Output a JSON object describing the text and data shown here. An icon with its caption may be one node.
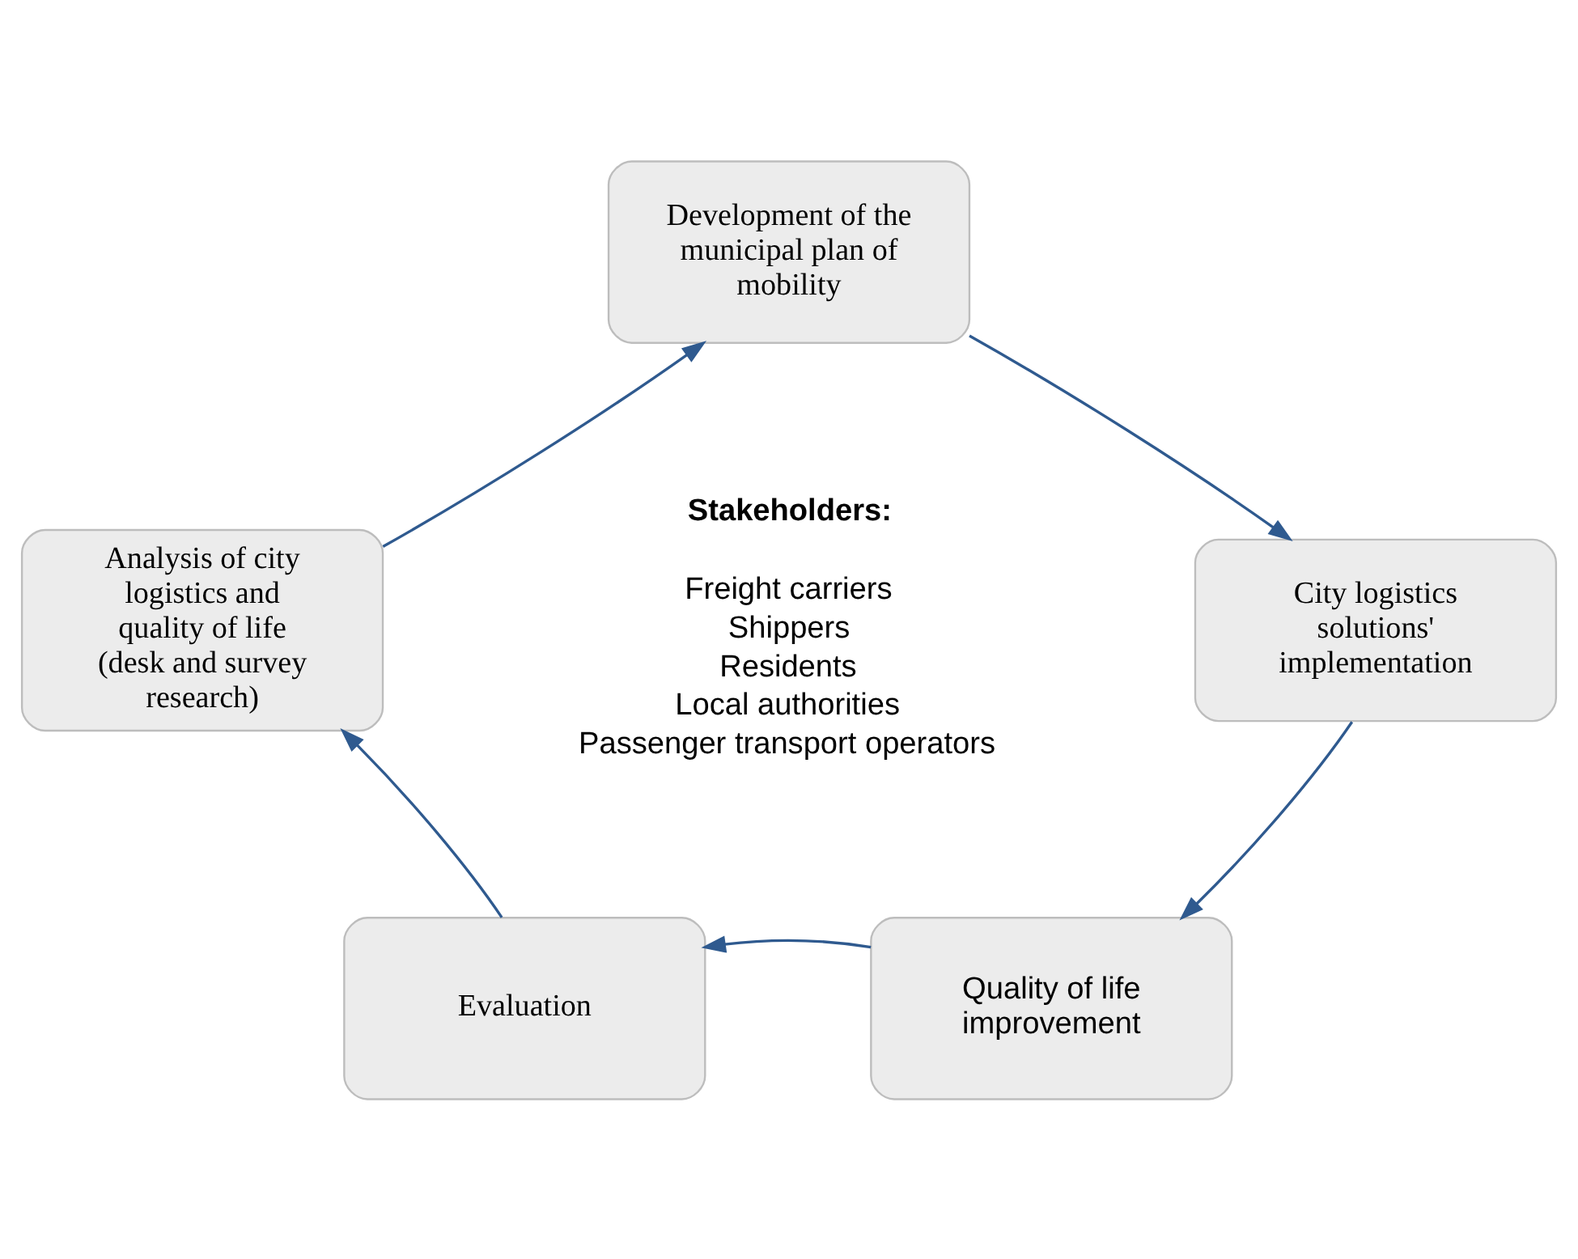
{
  "diagram": {
    "nodes": [
      {
        "text": [
          "Development of the municipal plan of mobility"
        ]
      },
      {
        "text": [
          "City logistics solutions' implementation"
        ]
      },
      {
        "text": [
          "Quality of life improvement"
        ]
      },
      {
        "text": [
          "Evaluation"
        ]
      },
      {
        "text": [
          "Analysis of city logistics and quality of life (desk and survey research)"
        ]
      }
    ],
    "edges": [
      {
        "from": 0,
        "to": 1,
        "arrow": "to"
      },
      {
        "from": 1,
        "to": 2,
        "arrow": "to"
      },
      {
        "from": 2,
        "to": 3,
        "arrow": "to"
      },
      {
        "from": 3,
        "to": 4,
        "arrow": "to"
      },
      {
        "from": 4,
        "to": 0,
        "arrow": "to"
      }
    ],
    "labels": [
      "Stakeholders:",
      "Freight carriers",
      "Shippers",
      "Residents",
      "Local authorities",
      "Passenger transport operators"
    ]
  }
}
